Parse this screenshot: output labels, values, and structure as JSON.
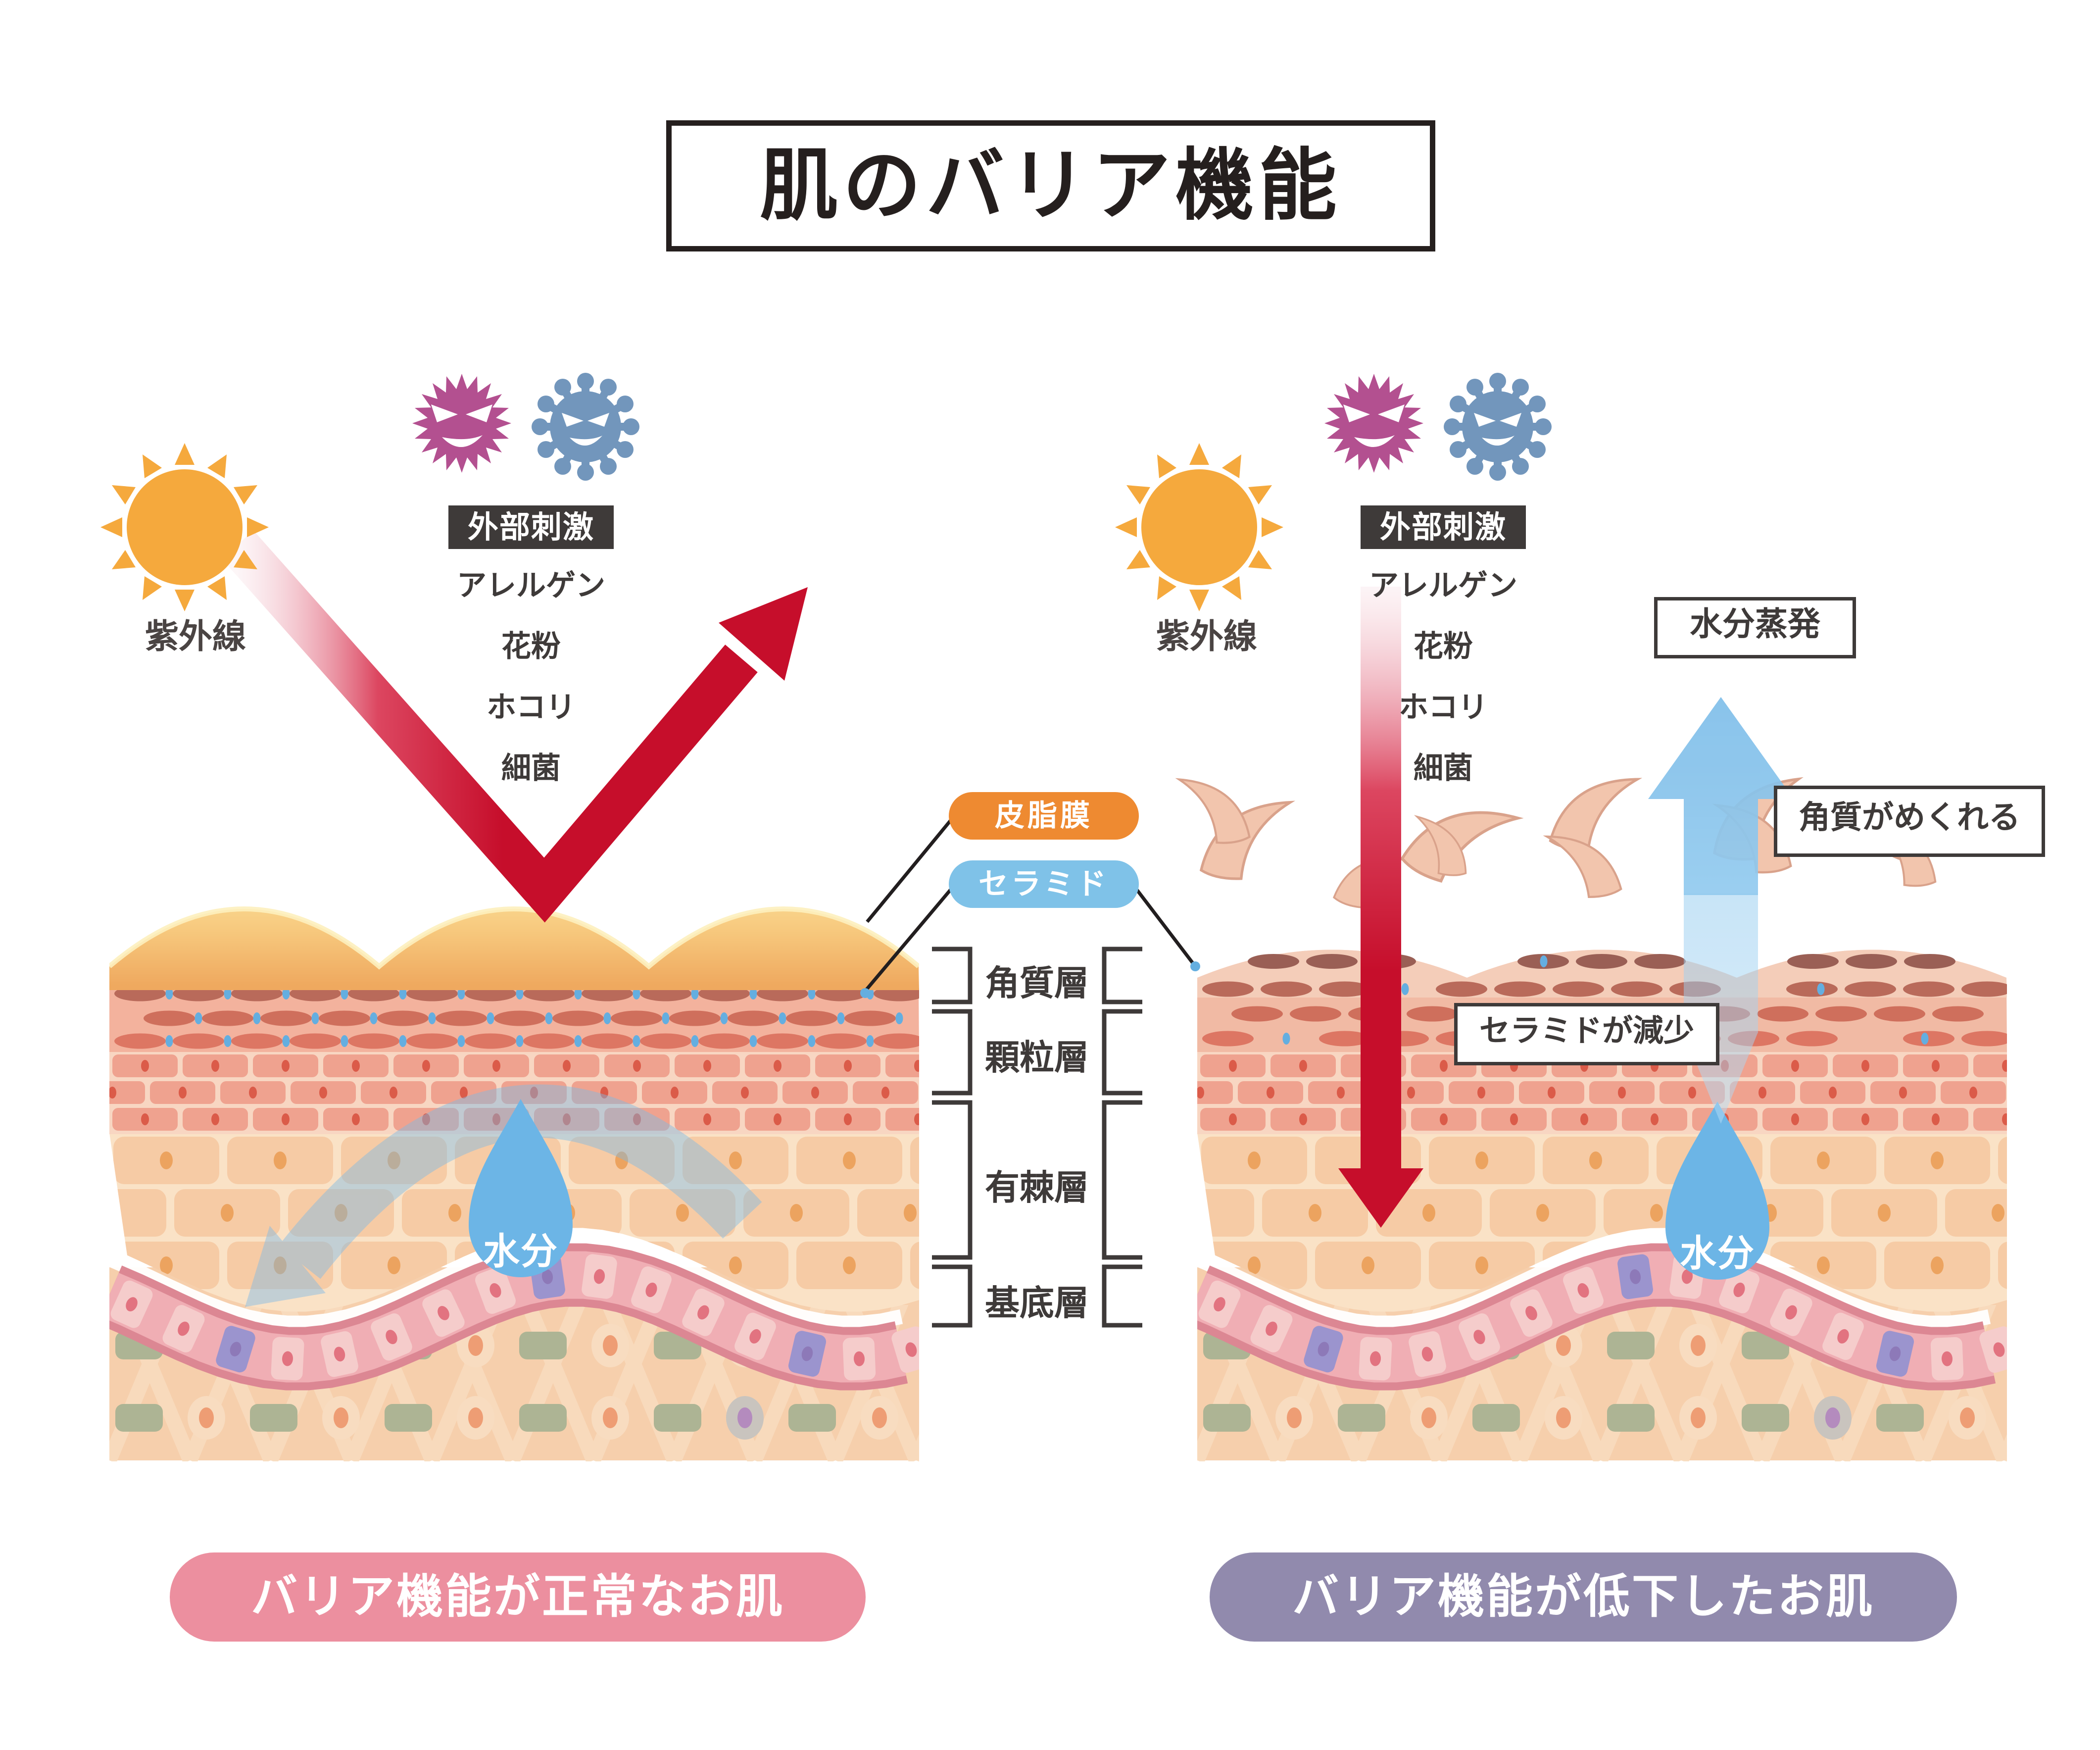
{
  "title": "肌のバリア機能",
  "left_panel": {
    "uv_label": "紫外線",
    "stimuli_title": "外部刺激",
    "stimuli_items": [
      "アレルゲン",
      "花粉",
      "ホコリ",
      "細菌"
    ],
    "moisture_label": "水分",
    "caption": "バリア機能が正常なお肌"
  },
  "right_panel": {
    "uv_label": "紫外線",
    "stimuli_title": "外部刺激",
    "stimuli_items": [
      "アレルゲン",
      "花粉",
      "ホコリ",
      "細菌"
    ],
    "evaporation_label": "水分蒸発",
    "peeling_label": "角質がめくれる",
    "ceramide_decrease_label": "セラミドが減少",
    "moisture_label": "水分",
    "caption": "バリア機能が低下したお肌"
  },
  "legend": {
    "sebum_label": "皮脂膜",
    "ceramide_label": "セラミド",
    "layers": [
      "角質層",
      "顆粒層",
      "有棘層",
      "基底層"
    ]
  },
  "colors": {
    "uv_red": "#C60E2B",
    "sun_orange": "#F5A93D",
    "germ_purple": "#B35090",
    "virus_blue": "#7296BC",
    "sebum_pill_orange": "#EE8A31",
    "ceramide_pill_blue": "#7FC2E8",
    "moisture_blue": "#6CB5E6",
    "normal_caption_pink": "#EC8F9F",
    "damaged_caption_purple": "#918AAD",
    "text_dark": "#3E3A39"
  }
}
